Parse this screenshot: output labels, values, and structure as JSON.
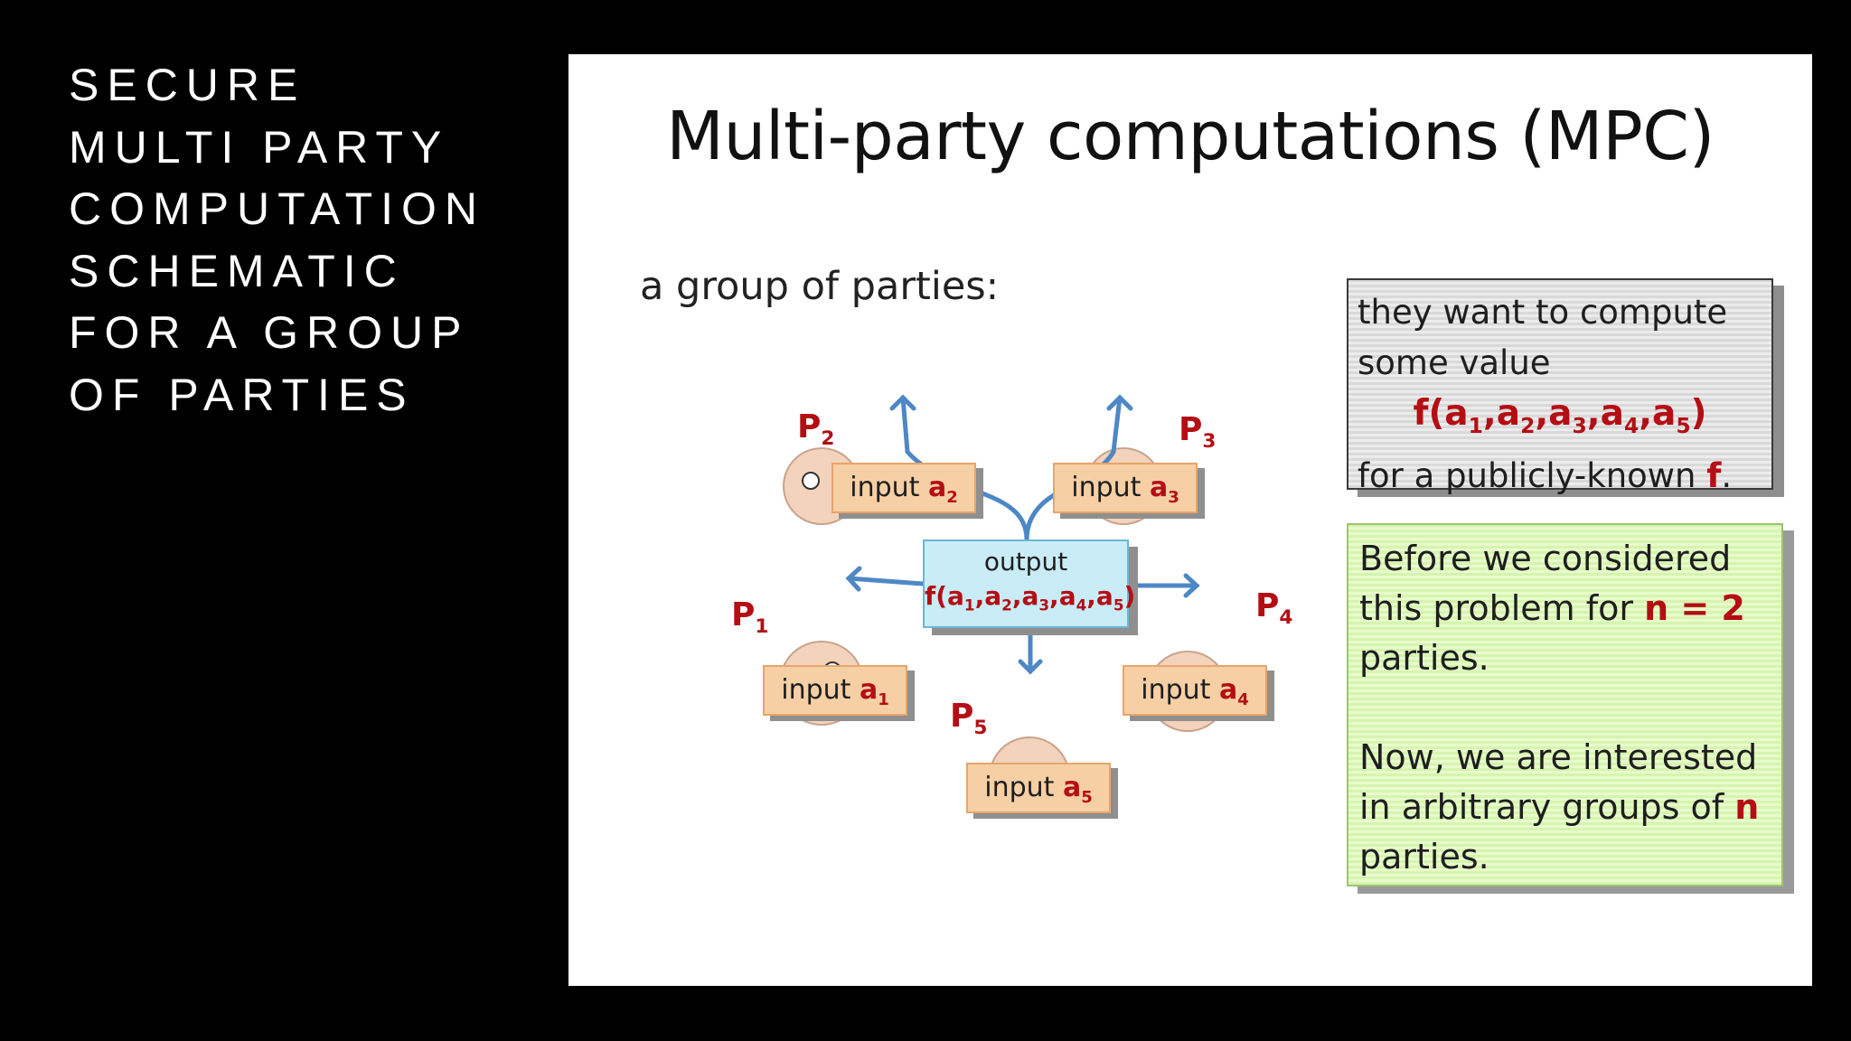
{
  "side_title": [
    "SECURE",
    "MULTI PARTY",
    "COMPUTATION",
    "SCHEMATIC",
    "FOR A GROUP",
    "OF PARTIES"
  ],
  "slide": {
    "title": "Multi-party computations (MPC)",
    "subtitle": "a group of parties:",
    "gray_box": {
      "line1": "they want to compute",
      "line2": "some value",
      "formula": "f(a1,a2,a3,a4,a5)",
      "line3_pre": "for a publicly-known ",
      "line3_f": "f",
      "line3_post": "."
    },
    "green_box": {
      "p1_line1": "Before we considered",
      "p1_line2_pre": "this problem for ",
      "p1_line2_n": "n = 2",
      "p1_line3": "parties.",
      "p2_line1": "Now, we are interested",
      "p2_line2_pre": "in arbitrary groups of ",
      "p2_line2_n": "n",
      "p2_line3": "parties."
    },
    "diagram": {
      "output_label": "output",
      "output_formula": "f(a1,a2,a3,a4,a5)",
      "input_prefix": "input ",
      "parties": [
        {
          "label": "P",
          "index": "1",
          "input_var": "a",
          "input_index": "1"
        },
        {
          "label": "P",
          "index": "2",
          "input_var": "a",
          "input_index": "2"
        },
        {
          "label": "P",
          "index": "3",
          "input_var": "a",
          "input_index": "3"
        },
        {
          "label": "P",
          "index": "4",
          "input_var": "a",
          "input_index": "4"
        },
        {
          "label": "P",
          "index": "5",
          "input_var": "a",
          "input_index": "5"
        }
      ]
    }
  },
  "colors": {
    "accent_red": "#b40e14",
    "arrow_blue": "#4d87c6"
  }
}
